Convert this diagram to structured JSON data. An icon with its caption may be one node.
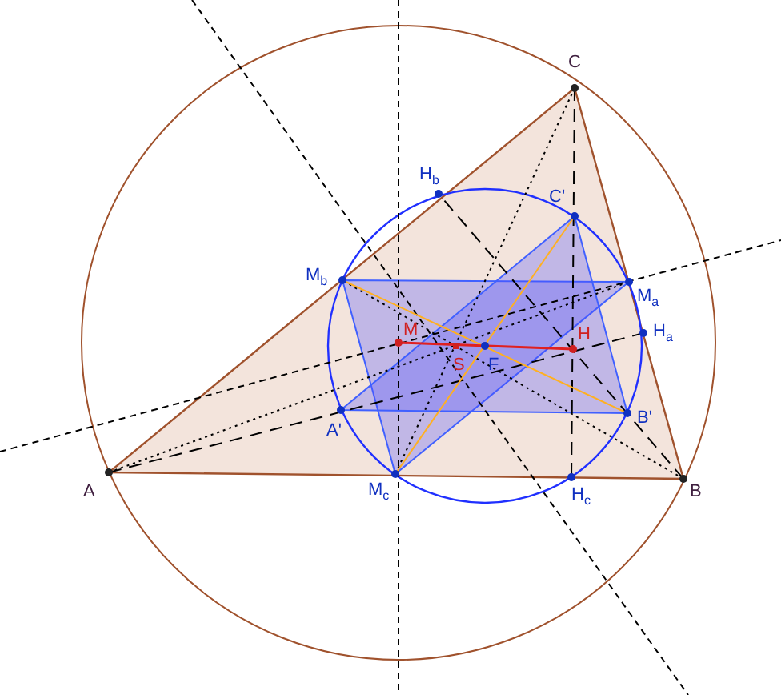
{
  "diagram": {
    "labels": [
      "C",
      "H$_{b}$",
      "C'",
      "M$_{b}$",
      "M$_{a}$",
      "H$_{a}$",
      "M",
      "H",
      "S",
      "F",
      "A'",
      "B'",
      "A",
      "M$_{c}$",
      "H$_{c}$",
      "B"
    ]
  }
}
